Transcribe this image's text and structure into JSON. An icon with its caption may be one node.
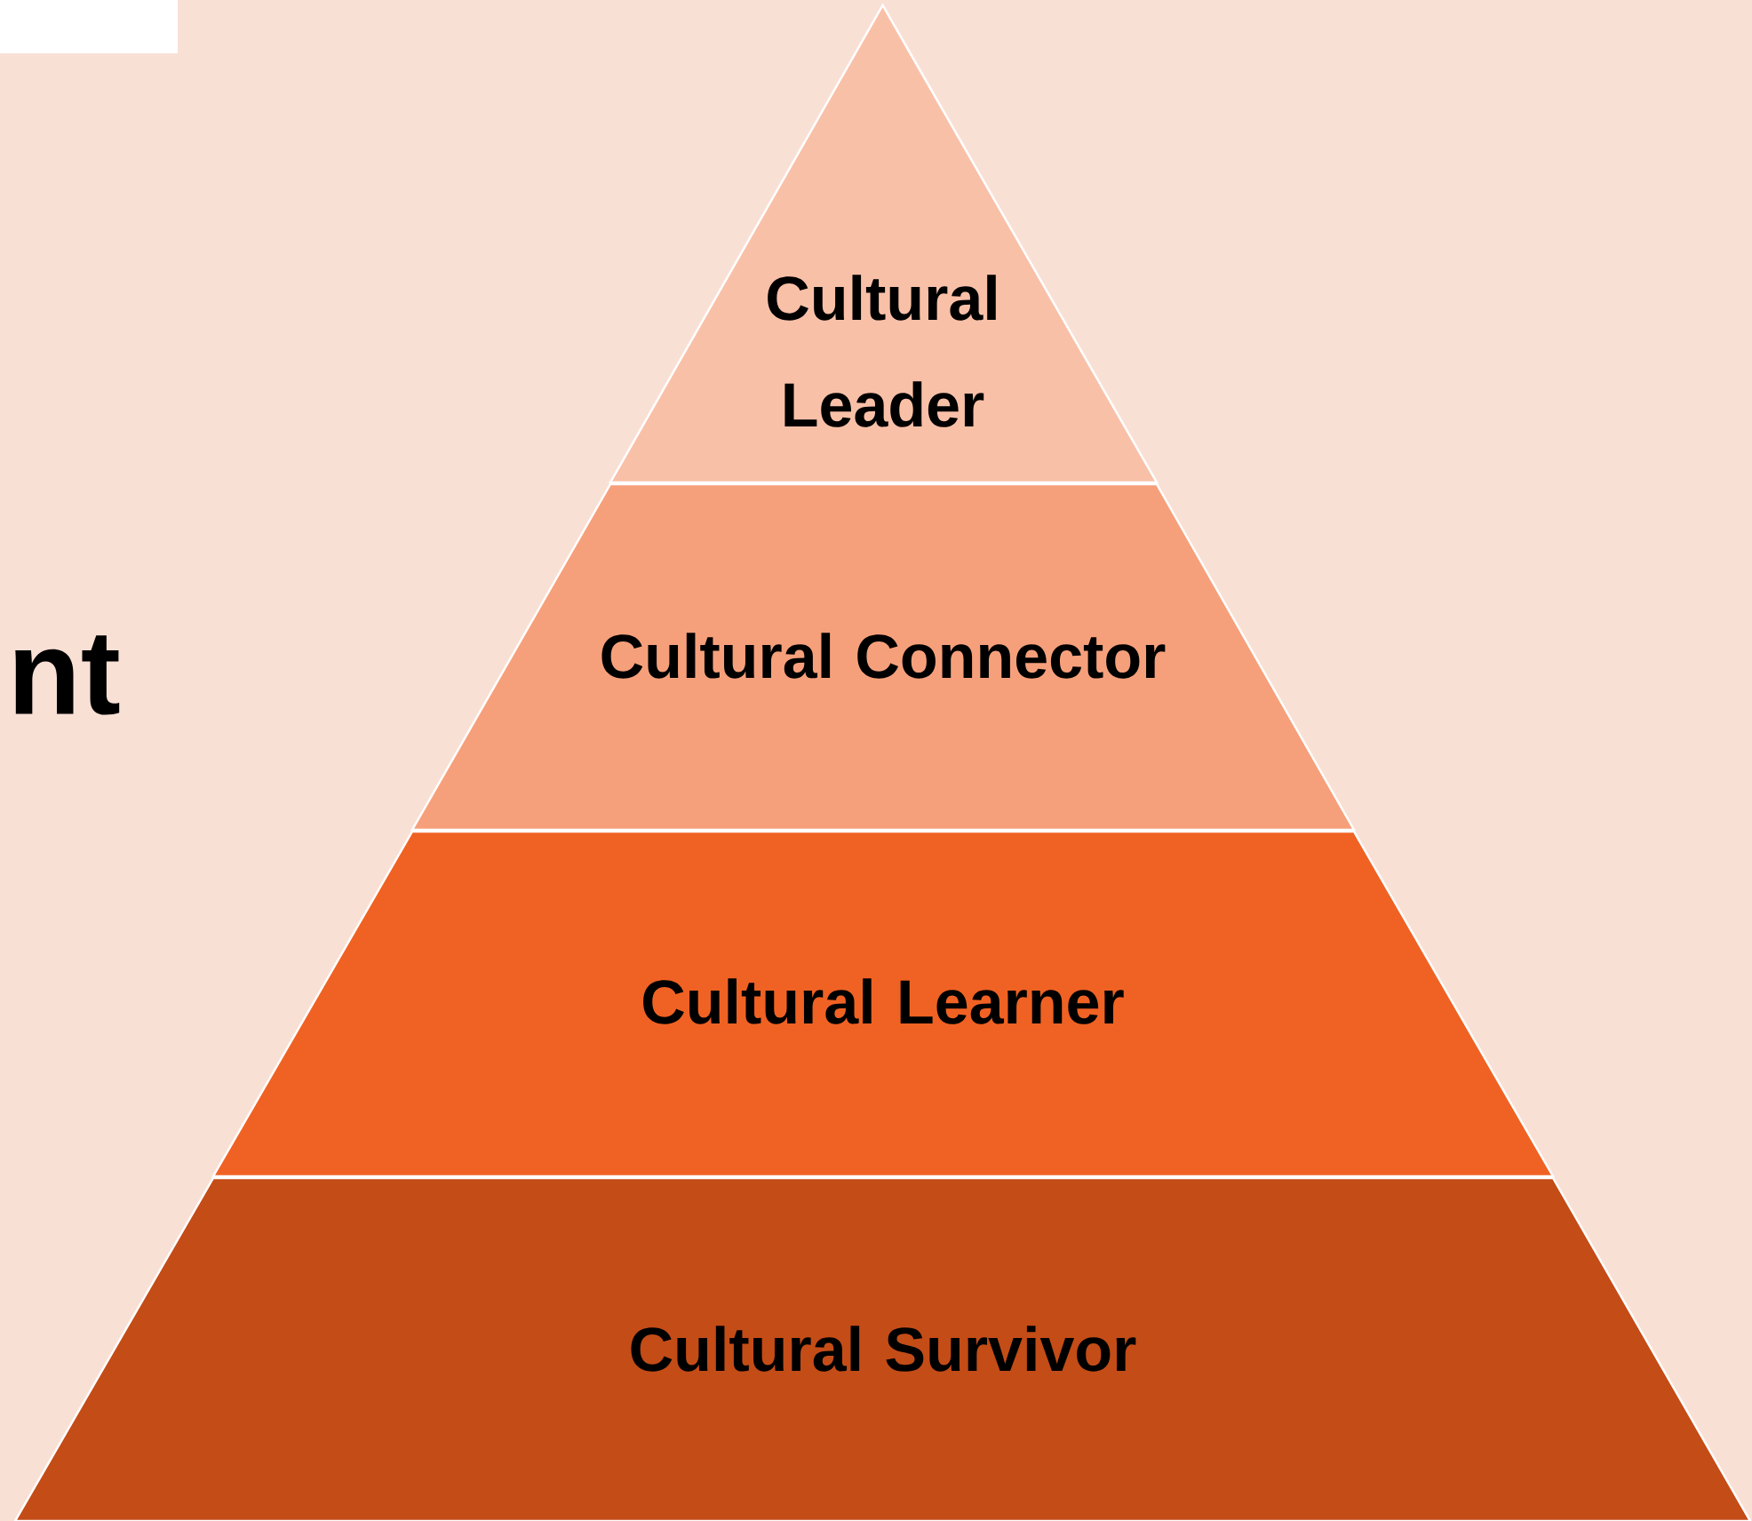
{
  "diagram": {
    "nodes": [
      {
        "text": [
          "Cultural Leader"
        ]
      },
      {
        "text": [
          "Cultural Connector"
        ]
      },
      {
        "text": [
          "Cultural Learner"
        ]
      },
      {
        "text": [
          "Cultural Survivor"
        ]
      }
    ],
    "labels": [
      "nt"
    ]
  }
}
